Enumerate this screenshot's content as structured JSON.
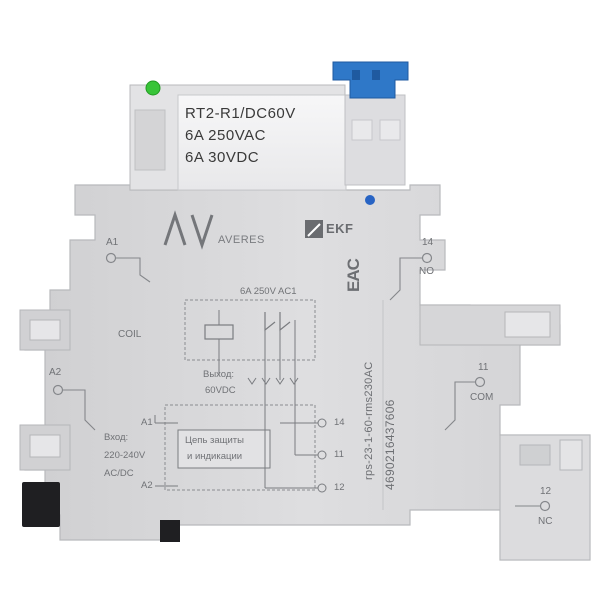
{
  "relay": {
    "model": "RT2-R1/DC60V",
    "rating_ac": "6A  250VAC",
    "rating_dc": "6A  30VDC"
  },
  "brand": {
    "logo_mark": "AV",
    "name": "AVERES",
    "manufacturer": "EKF",
    "cert_mark": "EAC"
  },
  "terminals": {
    "a1": "A1",
    "coil": "COIL",
    "a2": "A2",
    "t14": "14",
    "no": "NO",
    "t11": "11",
    "com": "COM",
    "t12": "12",
    "nc": "NC"
  },
  "schematic": {
    "contact_rating": "6A 250V AC1",
    "output_label": "Выход:",
    "output_value": "60VDC",
    "input_label": "Вход:",
    "input_value_1": "220-240V",
    "input_value_2": "AC/DC",
    "protection_1": "Цепь защиты",
    "protection_2": "и индикации",
    "pin_a1": "A1",
    "pin_a2": "A2",
    "pin_14": "14",
    "pin_11": "11",
    "pin_12": "12"
  },
  "markings": {
    "article": "rps-23-1-60-rms230AC",
    "barcode": "4690216437606"
  },
  "colors": {
    "housing": "#d9d9db",
    "housing_dark": "#c4c5c8",
    "clip_blue": "#2f78c8",
    "led_green": "#38c438",
    "relay_white": "#f4f4f5",
    "dot_blue": "#2864c4"
  }
}
